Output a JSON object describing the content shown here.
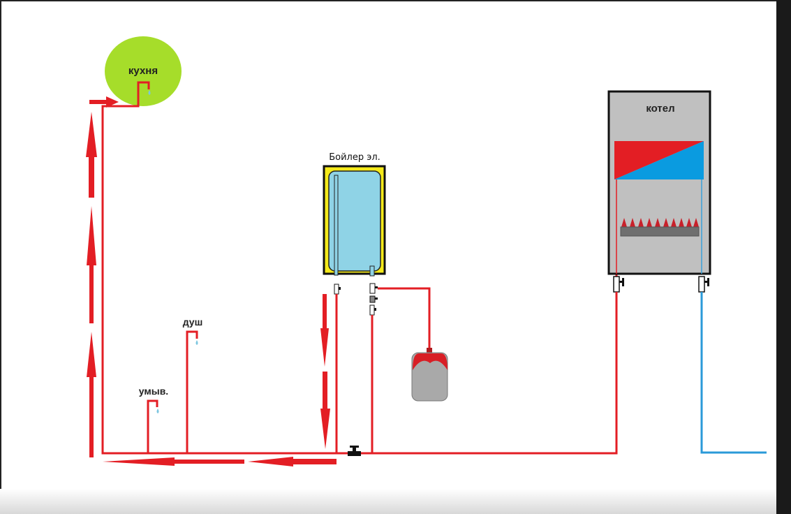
{
  "labels": {
    "kitchen": "кухня",
    "shower": "душ",
    "washbasin": "умыв.",
    "electric_boiler": "Бойлер эл.",
    "gas_boiler": "котел"
  },
  "colors": {
    "hot_pipe": "#e31e24",
    "cold_pipe": "#2a9ad8",
    "kitchen_zone": "#a6dd2a",
    "boiler_tank": "#8fd3e6",
    "boiler_shell": "#f5ea1a",
    "gas_boiler_body": "#c0c0c0"
  }
}
